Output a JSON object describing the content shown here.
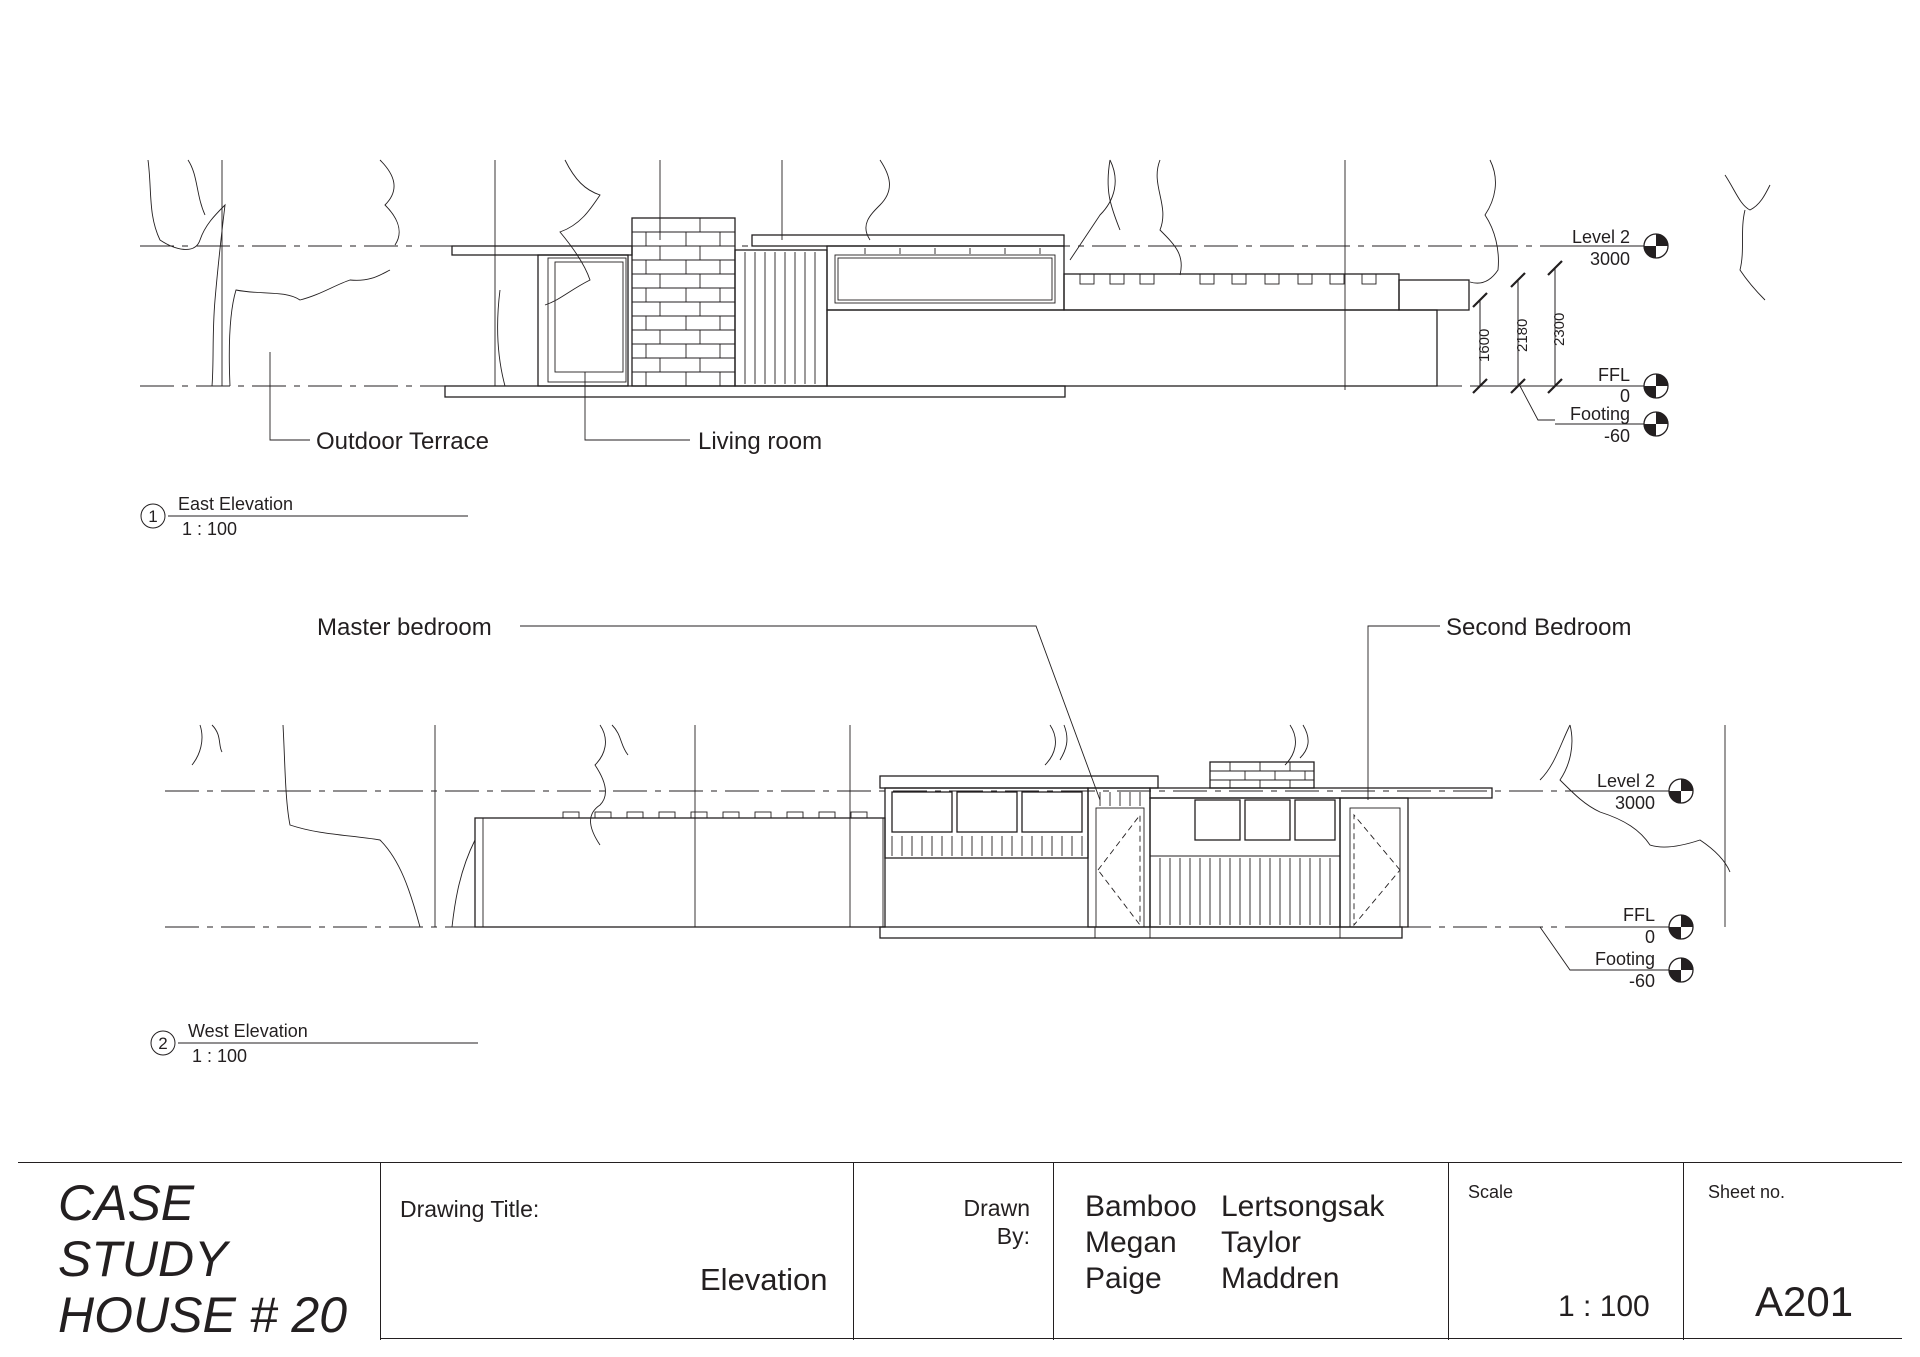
{
  "east_elevation": {
    "view_number": "1",
    "view_name": "East Elevation",
    "scale": "1 : 100",
    "labels": {
      "outdoor_terrace": "Outdoor Terrace",
      "living_room": "Living room"
    },
    "levels": [
      {
        "name": "Level 2",
        "value": "3000"
      },
      {
        "name": "FFL",
        "value": "0"
      },
      {
        "name": "Footing",
        "value": "-60"
      }
    ],
    "dimensions": [
      "1600",
      "2180",
      "2300"
    ]
  },
  "west_elevation": {
    "view_number": "2",
    "view_name": "West Elevation",
    "scale": "1 : 100",
    "labels": {
      "master_bedroom": "Master bedroom",
      "second_bedroom": "Second Bedroom"
    },
    "levels": [
      {
        "name": "Level 2",
        "value": "3000"
      },
      {
        "name": "FFL",
        "value": "0"
      },
      {
        "name": "Footing",
        "value": "-60"
      }
    ]
  },
  "title_block": {
    "project_line1": "CASE",
    "project_line2": "STUDY",
    "project_line3": "HOUSE # 20",
    "drawing_title_label": "Drawing Title:",
    "drawing_title": "Elevation",
    "drawn_label_1": "Drawn",
    "drawn_label_2": "By:",
    "drawers": [
      {
        "first": "Bamboo",
        "last": "Lertsongsak"
      },
      {
        "first": "Megan",
        "last": "Taylor"
      },
      {
        "first": "Paige",
        "last": "Maddren"
      }
    ],
    "scale_label": "Scale",
    "scale_value": "1 : 100",
    "sheet_label": "Sheet no.",
    "sheet_value": "A201"
  }
}
